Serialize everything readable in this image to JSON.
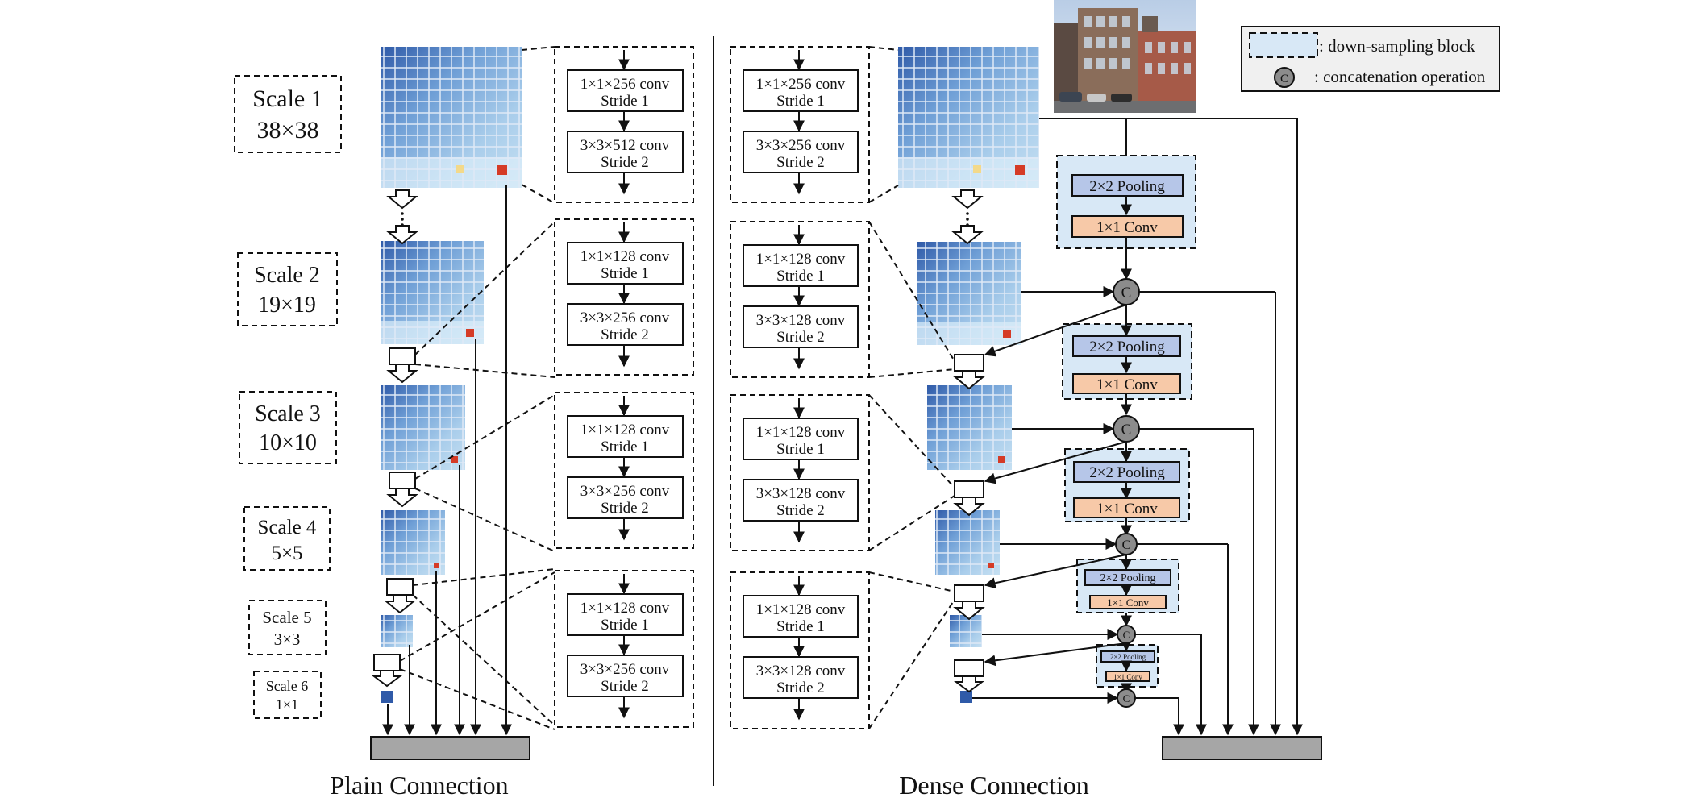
{
  "scales": [
    {
      "name": "Scale 1",
      "size": "38×38"
    },
    {
      "name": "Scale 2",
      "size": "19×19"
    },
    {
      "name": "Scale 3",
      "size": "10×10"
    },
    {
      "name": "Scale 4",
      "size": "5×5"
    },
    {
      "name": "Scale 5",
      "size": "3×3"
    },
    {
      "name": "Scale 6",
      "size": "1×1"
    }
  ],
  "plain_blocks": [
    {
      "conv1": "1×1×256 conv",
      "stride1": "Stride 1",
      "conv2": "3×3×512 conv",
      "stride2": "Stride 2"
    },
    {
      "conv1": "1×1×128 conv",
      "stride1": "Stride 1",
      "conv2": "3×3×256 conv",
      "stride2": "Stride 2"
    },
    {
      "conv1": "1×1×128 conv",
      "stride1": "Stride 1",
      "conv2": "3×3×256 conv",
      "stride2": "Stride 2"
    },
    {
      "conv1": "1×1×128 conv",
      "stride1": "Stride 1",
      "conv2": "3×3×256 conv",
      "stride2": "Stride 2"
    }
  ],
  "dense_blocks": [
    {
      "conv1": "1×1×256 conv",
      "stride1": "Stride 1",
      "conv2": "3×3×256 conv",
      "stride2": "Stride 2"
    },
    {
      "conv1": "1×1×128 conv",
      "stride1": "Stride 1",
      "conv2": "3×3×128 conv",
      "stride2": "Stride 2"
    },
    {
      "conv1": "1×1×128 conv",
      "stride1": "Stride 1",
      "conv2": "3×3×128 conv",
      "stride2": "Stride 2"
    },
    {
      "conv1": "1×1×128 conv",
      "stride1": "Stride 1",
      "conv2": "3×3×128 conv",
      "stride2": "Stride 2"
    }
  ],
  "downsample": {
    "pool": "2×2 Pooling",
    "conv": "1×1 Conv"
  },
  "legend": {
    "down_sampling": ": down-sampling block",
    "concat_symbol": "C",
    "concatenation": ": concatenation operation"
  },
  "captions": {
    "plain": "Plain Connection",
    "dense": "Dense Connection"
  },
  "colors": {
    "pool": "#b6c6e8",
    "conv": "#f7c9a8",
    "block": "#d8e8f6",
    "concat": "#8c8c8c",
    "output": "#a6a6a6"
  }
}
